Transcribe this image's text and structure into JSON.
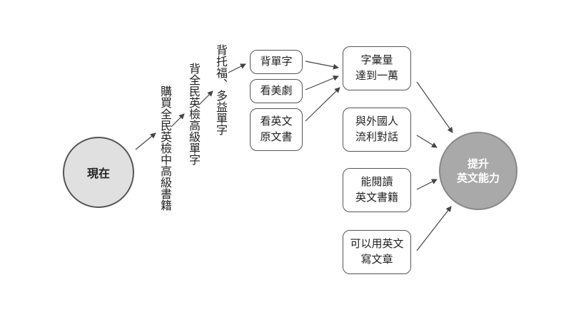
{
  "start": {
    "label": "現在"
  },
  "steps": [
    {
      "text": "購買全民英檢中高級書籍"
    },
    {
      "text": "背全民英檢高級單字"
    },
    {
      "text": "背托福、多益單字"
    }
  ],
  "methods": [
    {
      "label": "背單字"
    },
    {
      "label": "看美劇"
    },
    {
      "label": "看英文\n原文書"
    }
  ],
  "outcomes": [
    {
      "label": "字彙量\n達到一萬"
    },
    {
      "label": "與外國人\n流利對話"
    },
    {
      "label": "能閱讀\n英文書籍"
    },
    {
      "label": "可以用英文\n寫文章"
    }
  ],
  "goal": {
    "label": "提升\n英文能力"
  }
}
